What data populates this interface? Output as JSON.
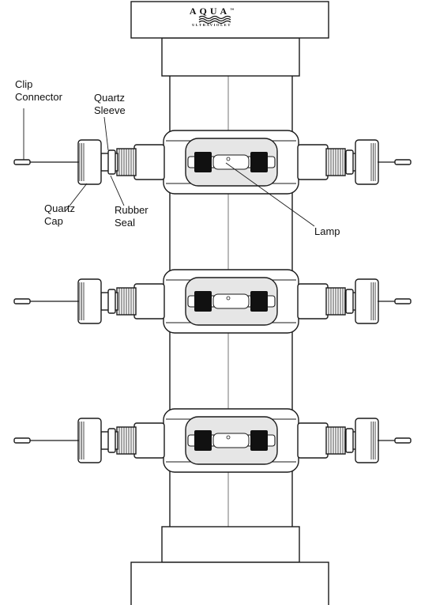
{
  "brand": {
    "name": "AQUA",
    "trademark": "™",
    "tagline": "ULTRAVIOLET"
  },
  "labels": {
    "clip_connector": [
      "Clip",
      "Connector"
    ],
    "quartz_sleeve": [
      "Quartz",
      "Sleeve"
    ],
    "quartz_cap": [
      "Quartz",
      "Cap"
    ],
    "rubber_seal": [
      "Rubber",
      "Seal"
    ],
    "lamp": "Lamp"
  },
  "units": [
    {
      "id": "upper"
    },
    {
      "id": "middle"
    },
    {
      "id": "lower"
    }
  ],
  "colors": {
    "line": "#1a1a1a",
    "fill": "#ffffff",
    "glass": "#e6e6e6",
    "dark": "#111111"
  }
}
